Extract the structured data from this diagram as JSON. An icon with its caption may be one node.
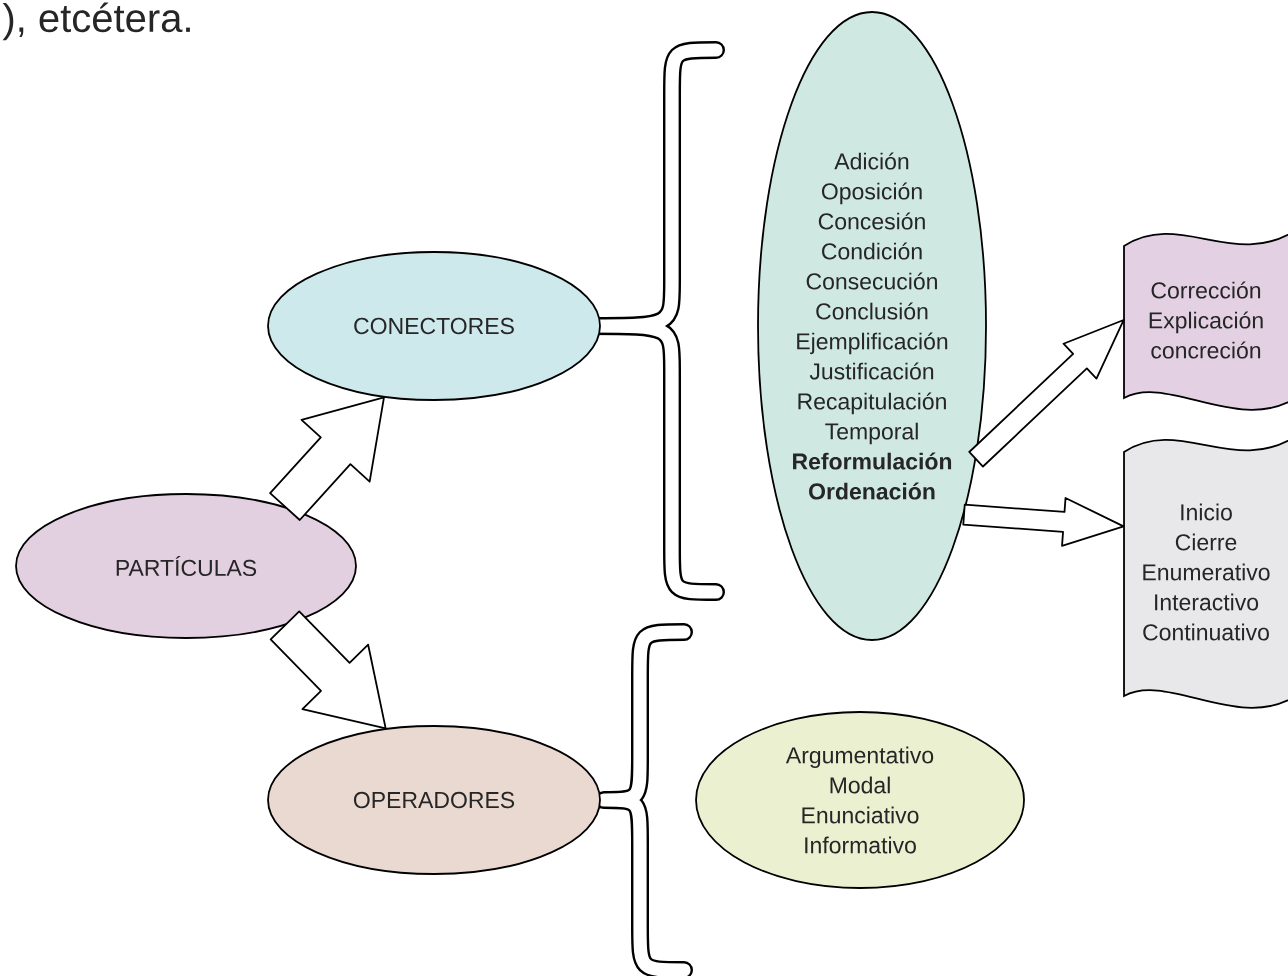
{
  "diagram": {
    "nodes": [
      {
        "text": [
          "PARTÍCULAS"
        ]
      },
      {
        "text": [
          "CONECTORES"
        ]
      },
      {
        "text": [
          "OPERADORES"
        ]
      },
      {
        "text": [
          "Adición",
          "Oposición",
          "Concesión",
          "Condición",
          "Consecución",
          "Conclusión",
          "Ejemplificación",
          "Justificación",
          "Recapitulación",
          "Temporal",
          "**Reformulación**",
          "**Ordenación**"
        ]
      },
      {
        "text": [
          "Corrección",
          "Explicación",
          "concreción"
        ]
      },
      {
        "text": [
          "Inicio",
          "Cierre",
          "Enumerativo",
          "Interactivo",
          "Continuativo"
        ]
      },
      {
        "text": [
          "Argumentativo",
          "Modal",
          "Enunciativo",
          "Informativo"
        ]
      }
    ],
    "edges": [
      {
        "from": 0,
        "to": 1,
        "arrow": "to"
      },
      {
        "from": 0,
        "to": 2,
        "arrow": "to"
      },
      {
        "from": 3,
        "to": 4,
        "arrow": "to"
      },
      {
        "from": 3,
        "to": 5,
        "arrow": "to"
      }
    ],
    "labels": [
      "), etcétera."
    ]
  }
}
